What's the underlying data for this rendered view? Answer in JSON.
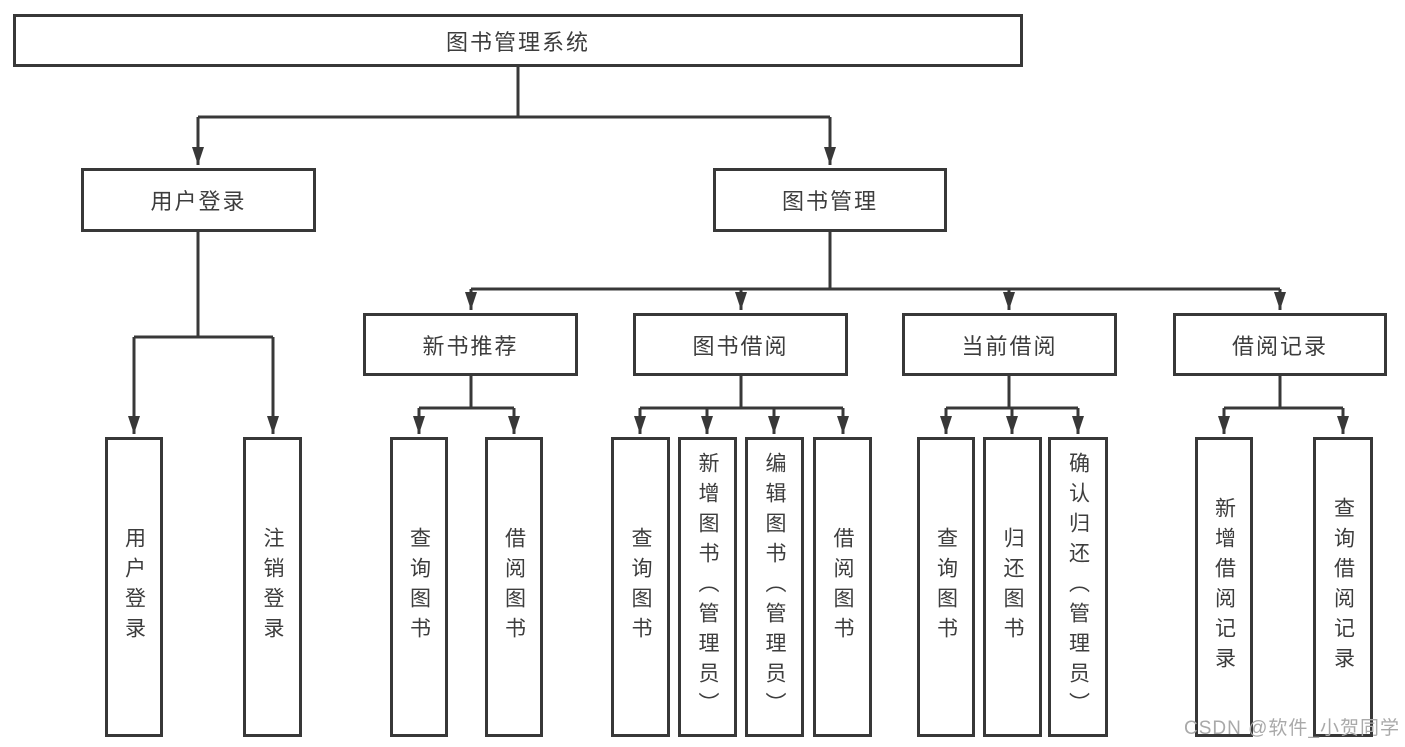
{
  "colors": {
    "line": "#383838",
    "box_border": "#383838",
    "text": "#3d3d3d",
    "watermark": "#a9a9a9",
    "background": "#ffffff"
  },
  "root": {
    "label": "图书管理系统"
  },
  "level2": {
    "user_login": {
      "label": "用户登录"
    },
    "book_management": {
      "label": "图书管理"
    }
  },
  "level3": {
    "new_book_recommend": {
      "label": "新书推荐",
      "parent": "图书管理"
    },
    "book_borrowing": {
      "label": "图书借阅",
      "parent": "图书管理"
    },
    "current_borrowing": {
      "label": "当前借阅",
      "parent": "图书管理"
    },
    "borrowing_records": {
      "label": "借阅记录",
      "parent": "图书管理"
    }
  },
  "leaves": [
    {
      "label": "用户登录",
      "parent": "用户登录"
    },
    {
      "label": "注销登录",
      "parent": "用户登录"
    },
    {
      "label": "查询图书",
      "parent": "新书推荐"
    },
    {
      "label": "借阅图书",
      "parent": "新书推荐"
    },
    {
      "label": "查询图书",
      "parent": "图书借阅"
    },
    {
      "label": "新增图书（管理员）",
      "parent": "图书借阅"
    },
    {
      "label": "编辑图书（管理员）",
      "parent": "图书借阅"
    },
    {
      "label": "借阅图书",
      "parent": "图书借阅"
    },
    {
      "label": "查询图书",
      "parent": "当前借阅"
    },
    {
      "label": "归还图书",
      "parent": "当前借阅"
    },
    {
      "label": "确认归还（管理员）",
      "parent": "当前借阅"
    },
    {
      "label": "新增借阅记录",
      "parent": "借阅记录"
    },
    {
      "label": "查询借阅记录",
      "parent": "借阅记录"
    }
  ],
  "watermark": "CSDN @软件_小贺同学"
}
